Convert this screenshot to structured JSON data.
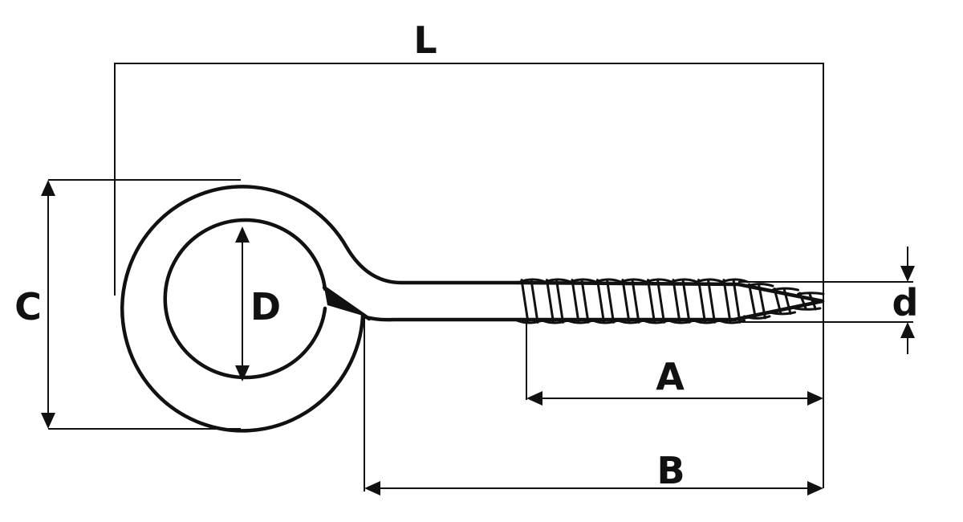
{
  "diagram": {
    "labels": {
      "length_overall": "L",
      "eye_outer_diameter": "C",
      "eye_inner_diameter": "D",
      "thread_length": "A",
      "shank_length": "B",
      "wire_diameter": "d"
    },
    "colors": {
      "stroke": "#111111",
      "background": "#ffffff"
    }
  }
}
